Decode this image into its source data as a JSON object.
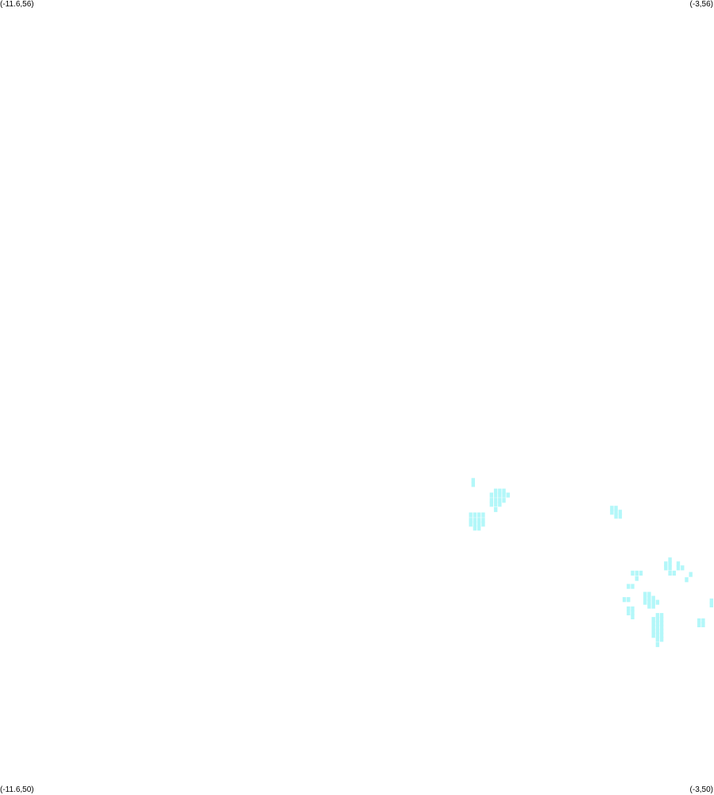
{
  "map": {
    "corners": {
      "top_left": "(-11.6,56)",
      "top_right": "(-3,56)",
      "bottom_left": "(-11.6,50)",
      "bottom_right": "(-3,50)"
    },
    "extent": {
      "lon_min": -11.6,
      "lon_max": -3,
      "lat_min": 50,
      "lat_max": 56
    },
    "cell_color": "#b3f7f9",
    "cell_size_deg": 0.05,
    "cells": [
      [
        -5.9,
        52.37
      ],
      [
        -5.9,
        52.34
      ],
      [
        -5.63,
        52.29
      ],
      [
        -5.58,
        52.29
      ],
      [
        -5.53,
        52.29
      ],
      [
        -5.68,
        52.26
      ],
      [
        -5.63,
        52.26
      ],
      [
        -5.58,
        52.26
      ],
      [
        -5.53,
        52.26
      ],
      [
        -5.48,
        52.26
      ],
      [
        -5.68,
        52.22
      ],
      [
        -5.63,
        52.22
      ],
      [
        -5.58,
        52.22
      ],
      [
        -5.53,
        52.22
      ],
      [
        -5.68,
        52.19
      ],
      [
        -5.63,
        52.19
      ],
      [
        -5.58,
        52.19
      ],
      [
        -5.63,
        52.15
      ],
      [
        -5.93,
        52.11
      ],
      [
        -5.88,
        52.11
      ],
      [
        -5.83,
        52.11
      ],
      [
        -5.78,
        52.11
      ],
      [
        -5.93,
        52.07
      ],
      [
        -5.88,
        52.07
      ],
      [
        -5.83,
        52.07
      ],
      [
        -5.78,
        52.07
      ],
      [
        -5.93,
        52.04
      ],
      [
        -5.88,
        52.04
      ],
      [
        -5.83,
        52.04
      ],
      [
        -5.78,
        52.04
      ],
      [
        -5.88,
        52.01
      ],
      [
        -5.83,
        52.01
      ],
      [
        -4.23,
        52.16
      ],
      [
        -4.18,
        52.16
      ],
      [
        -4.23,
        52.13
      ],
      [
        -4.18,
        52.13
      ],
      [
        -4.13,
        52.13
      ],
      [
        -4.18,
        52.1
      ],
      [
        -4.13,
        52.1
      ],
      [
        -3.53,
        51.77
      ],
      [
        -3.58,
        51.74
      ],
      [
        -3.53,
        51.74
      ],
      [
        -3.43,
        51.74
      ],
      [
        -3.58,
        51.71
      ],
      [
        -3.53,
        51.71
      ],
      [
        -3.43,
        51.71
      ],
      [
        -3.38,
        51.71
      ],
      [
        -3.53,
        51.67
      ],
      [
        -3.48,
        51.67
      ],
      [
        -3.28,
        51.66
      ],
      [
        -3.98,
        51.67
      ],
      [
        -3.93,
        51.67
      ],
      [
        -3.88,
        51.67
      ],
      [
        -3.93,
        51.63
      ],
      [
        -3.33,
        51.62
      ],
      [
        -4.03,
        51.57
      ],
      [
        -3.98,
        51.57
      ],
      [
        -3.83,
        51.51
      ],
      [
        -3.78,
        51.51
      ],
      [
        -3.83,
        51.48
      ],
      [
        -3.78,
        51.48
      ],
      [
        -3.73,
        51.48
      ],
      [
        -4.08,
        51.47
      ],
      [
        -4.03,
        51.47
      ],
      [
        -3.83,
        51.45
      ],
      [
        -3.78,
        51.45
      ],
      [
        -3.73,
        51.45
      ],
      [
        -3.68,
        51.45
      ],
      [
        -3.78,
        51.42
      ],
      [
        -3.73,
        51.42
      ],
      [
        -3.03,
        51.46
      ],
      [
        -3.03,
        51.43
      ],
      [
        -4.03,
        51.4
      ],
      [
        -3.98,
        51.4
      ],
      [
        -3.98,
        51.37
      ],
      [
        -4.03,
        51.37
      ],
      [
        -3.98,
        51.34
      ],
      [
        -3.68,
        51.35
      ],
      [
        -3.63,
        51.35
      ],
      [
        -3.73,
        51.32
      ],
      [
        -3.68,
        51.32
      ],
      [
        -3.63,
        51.32
      ],
      [
        -3.73,
        51.29
      ],
      [
        -3.68,
        51.29
      ],
      [
        -3.63,
        51.29
      ],
      [
        -3.73,
        51.26
      ],
      [
        -3.68,
        51.26
      ],
      [
        -3.63,
        51.26
      ],
      [
        -3.73,
        51.23
      ],
      [
        -3.68,
        51.23
      ],
      [
        -3.63,
        51.23
      ],
      [
        -3.73,
        51.2
      ],
      [
        -3.68,
        51.2
      ],
      [
        -3.63,
        51.2
      ],
      [
        -3.68,
        51.17
      ],
      [
        -3.63,
        51.17
      ],
      [
        -3.68,
        51.13
      ],
      [
        -3.18,
        51.31
      ],
      [
        -3.13,
        51.31
      ],
      [
        -3.18,
        51.28
      ],
      [
        -3.13,
        51.28
      ]
    ]
  }
}
